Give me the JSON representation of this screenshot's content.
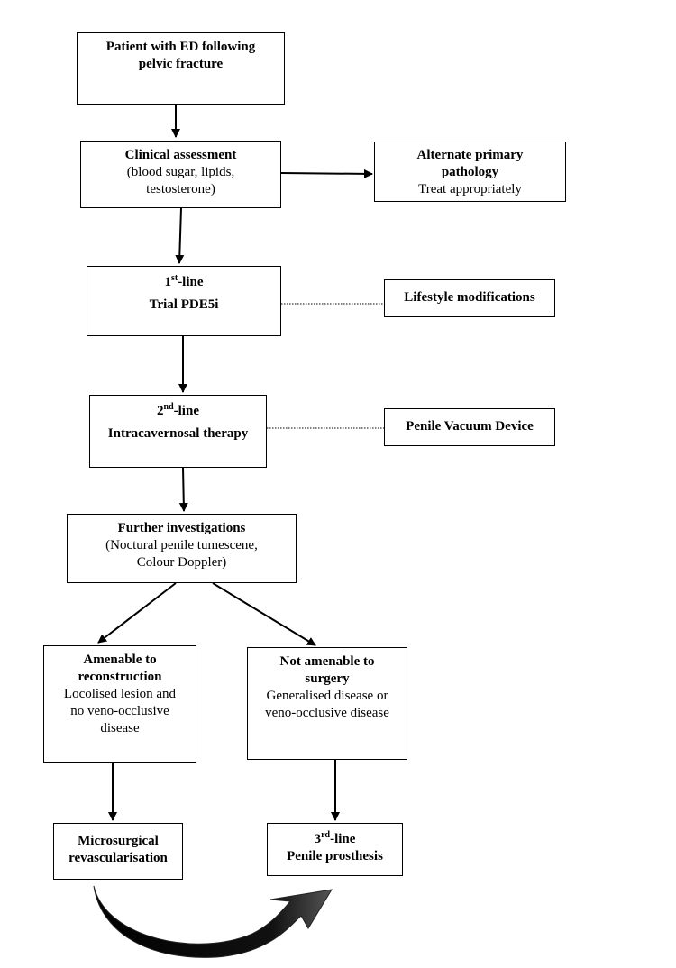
{
  "nodes": {
    "start": {
      "title_line1": "Patient with ED following",
      "title_line2": "pelvic fracture"
    },
    "assessment": {
      "title": "Clinical assessment",
      "detail_line1": "(blood sugar, lipids,",
      "detail_line2": "testosterone)"
    },
    "alternate": {
      "title_line1": "Alternate primary",
      "title_line2": "pathology",
      "detail": "Treat appropriately"
    },
    "first_line": {
      "prefix": "1",
      "sup": "st",
      "suffix": "-line",
      "treatment": "Trial PDE5i"
    },
    "lifestyle": {
      "label": "Lifestyle modifications"
    },
    "second_line": {
      "prefix": "2",
      "sup": "nd",
      "suffix": "-line",
      "treatment": "Intracavernosal therapy"
    },
    "vacuum": {
      "label": "Penile Vacuum Device"
    },
    "investigations": {
      "title": "Further investigations",
      "detail_line1": "(Noctural penile tumescene,",
      "detail_line2": "Colour Doppler)"
    },
    "amenable": {
      "title_line1": "Amenable to",
      "title_line2": "reconstruction",
      "detail_line1": "Locolised lesion and",
      "detail_line2": "no veno-occlusive",
      "detail_line3": "disease"
    },
    "not_amenable": {
      "title_line1": "Not amenable to",
      "title_line2": "surgery",
      "detail_line1": "Generalised disease or",
      "detail_line2": "veno-occlusive disease"
    },
    "microsurgical": {
      "title_line1": "Microsurgical",
      "title_line2": "revascularisation"
    },
    "prosthesis": {
      "prefix": "3",
      "sup": "rd",
      "suffix": "-line",
      "treatment": "Penile prosthesis"
    }
  },
  "colors": {
    "stroke": "#000000",
    "fill": "#ffffff",
    "curve_arrow": "#111111"
  }
}
